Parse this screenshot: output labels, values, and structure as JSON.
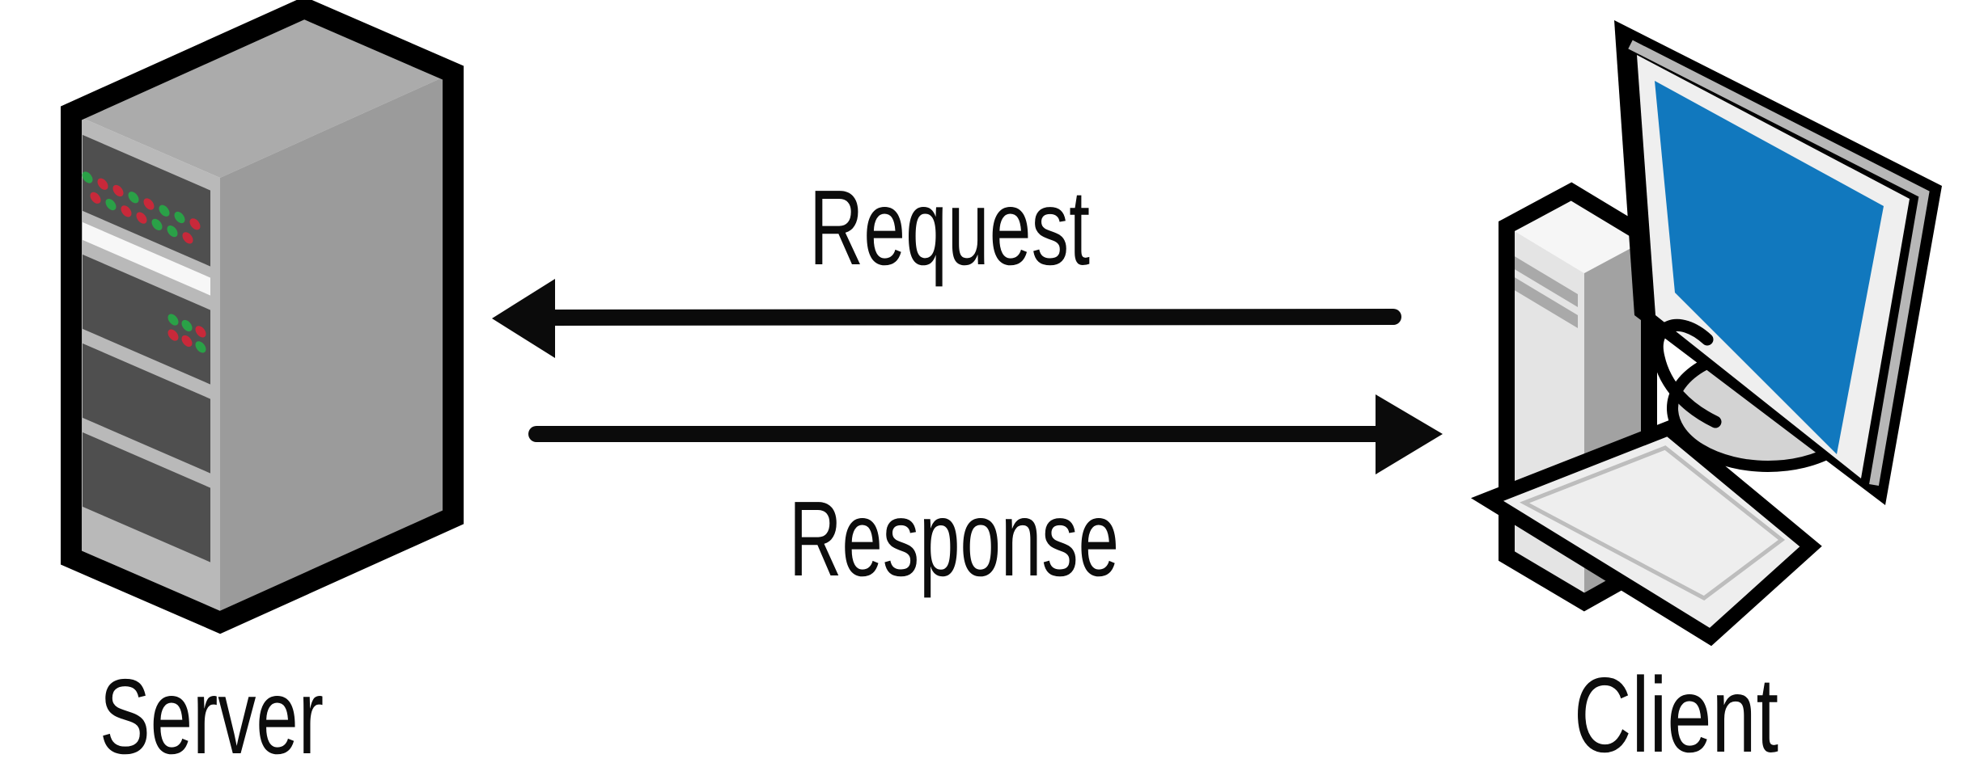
{
  "diagram": {
    "type": "client-server-request-response",
    "nodes": [
      {
        "id": "server",
        "label": "Server",
        "icon": "server-tower-icon",
        "position": "left"
      },
      {
        "id": "client",
        "label": "Client",
        "icon": "desktop-computer-icon",
        "position": "right"
      }
    ],
    "arrows": [
      {
        "label": "Request",
        "from": "client",
        "to": "server",
        "direction": "left",
        "label_position": "above"
      },
      {
        "label": "Response",
        "from": "server",
        "to": "client",
        "direction": "right",
        "label_position": "below"
      }
    ]
  },
  "colors": {
    "background": "#ffffff",
    "outline_black": "#000000",
    "arrow_black": "#0b0b0b",
    "server_front_gray": "#b9b9b9",
    "server_top_gray": "#ababab",
    "server_side_gray": "#9b9b9b",
    "server_bay_dark": "#4f4f4f",
    "server_strip_white": "#f7f7f7",
    "led_green": "#2aa147",
    "led_red": "#c8293a",
    "screen_blue": "#1178be",
    "monitor_bezel": "#efefef",
    "monitor_edge_gray": "#b7b7b7",
    "tower_front": "#e4e4e4",
    "tower_side": "#a2a2a2",
    "tower_stripe": "#a9a9a9",
    "keyboard_fill": "#eeeeee",
    "shadow_gray": "#d3d3d3"
  }
}
